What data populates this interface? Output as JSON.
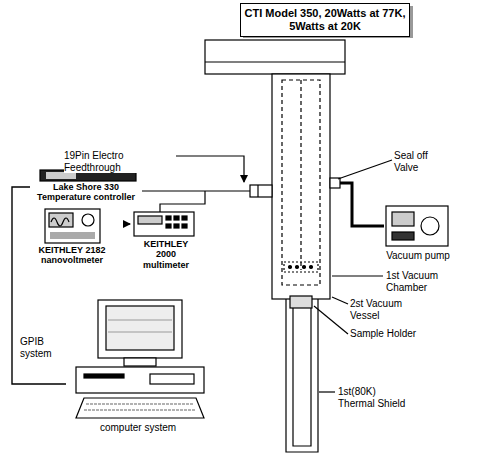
{
  "diagram": {
    "nodes": [
      {
        "text": [
          "CTI Model 350, 20Watts at 77K, 5Watts at 20K"
        ]
      },
      {
        "text": [
          "Lake Shore 330 Temperature controller"
        ]
      },
      {
        "text": [
          "KEITHLEY 2182 nanovoltmeter"
        ]
      },
      {
        "text": [
          "KEITHLEY 2000 multimeter"
        ]
      },
      {
        "text": [
          "Vacuum pump"
        ]
      },
      {
        "text": [
          "computer system"
        ]
      }
    ],
    "edges": [
      {
        "from": 2,
        "to": 3,
        "arrow": "to"
      },
      {
        "from": 1,
        "to": 5,
        "arrow": "none"
      }
    ],
    "labels": [
      "19Pin Electro Feedthrough",
      "Seal off Valve",
      "1st Vacuum Chamber",
      "2st Vacuum Vessel",
      "Sample Holder",
      "1st(80K) Thermal Shield",
      "GPIB system"
    ]
  }
}
